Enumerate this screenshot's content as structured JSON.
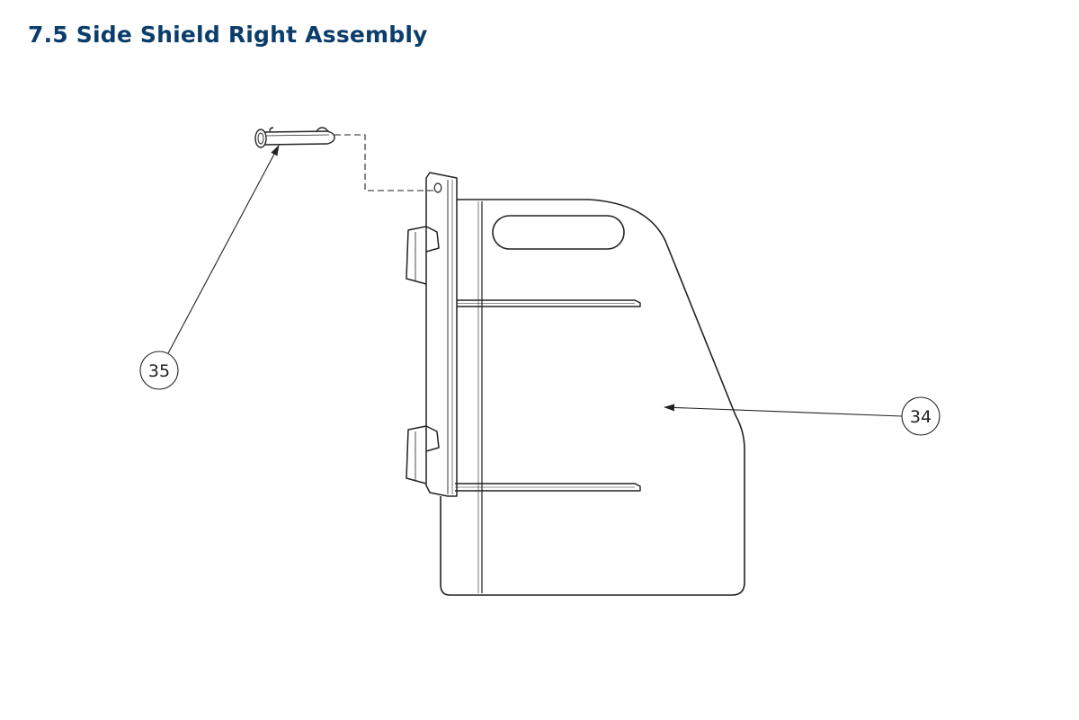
{
  "page": {
    "title": "7.5 Side Shield Right Assembly"
  },
  "callouts": [
    {
      "id": "shield",
      "label": "34"
    },
    {
      "id": "pin",
      "label": "35"
    }
  ],
  "colors": {
    "title": "#0b3d6b",
    "line": "#222222"
  }
}
